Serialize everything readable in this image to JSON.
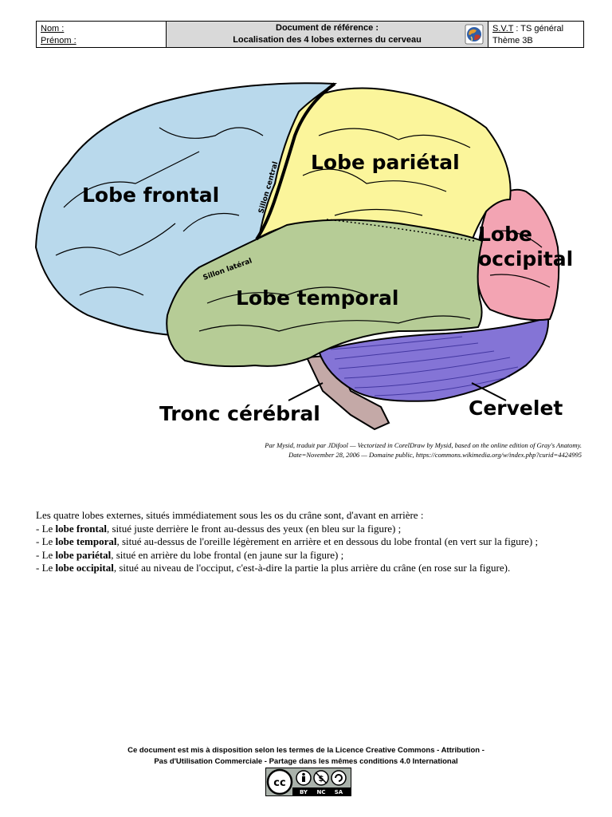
{
  "header": {
    "nom_label": "Nom :",
    "prenom_label": "Prénom :",
    "title_line1": "Document de référence :",
    "title_line2": "Localisation des 4 lobes externes du cerveau",
    "subject_abbr": "S.V.T",
    "subject_rest": " : TS général",
    "theme": "Thème 3B"
  },
  "figure": {
    "labels": {
      "frontal": "Lobe frontal",
      "parietal": "Lobe pariétal",
      "occipital_1": "Lobe",
      "occipital_2": "occipital",
      "temporal": "Lobe temporal",
      "tronc": "Tronc cérébral",
      "cervelet": "Cervelet",
      "sillon_central": "Sillon central",
      "sillon_lateral": "Sillon latéral"
    },
    "credit_line1": "Par Mysid, traduit par JDifool — Vectorized in CorelDraw by Mysid, based on the online edition of Gray's Anatomy.",
    "credit_line2": "Date=November 28, 2006 —   Domaine public, https://commons.wikimedia.org/w/index.php?curid=4424995",
    "colors": {
      "frontal": "#b9d9ec",
      "parietal": "#fbf59b",
      "occipital": "#f3a4b3",
      "temporal": "#b6cc96",
      "cervelet": "#8474d6",
      "tronc": "#c4a9a7"
    }
  },
  "body": {
    "intro": "Les quatre lobes externes, situés immédiatement sous les os du crâne sont, d'avant en arrière :",
    "items": [
      {
        "prefix": "- Le ",
        "term": "lobe frontal",
        "rest": ", situé juste derrière le front au-dessus des yeux (en bleu sur la figure) ;"
      },
      {
        "prefix": "- Le ",
        "term": "lobe temporal",
        "rest": ", situé au-dessus de l'oreille légèrement en arrière et en dessous du lobe frontal (en vert sur la figure) ;"
      },
      {
        "prefix": "- Le ",
        "term": "lobe pariétal",
        "rest": ", situé en arrière du lobe frontal (en jaune sur la figure) ;"
      },
      {
        "prefix": "- Le ",
        "term": "lobe occipital",
        "rest": ", situé au niveau de l'occiput, c'est-à-dire la partie la plus arrière du crâne (en rose sur la figure)."
      }
    ]
  },
  "footer": {
    "line1": "Ce document est mis à disposition selon les termes de la Licence Creative Commons - Attribution -",
    "line2": "Pas d'Utilisation Commerciale - Partage dans les mêmes conditions 4.0 International",
    "badge_cc": "cc",
    "badge_by": "BY",
    "badge_nc": "NC",
    "badge_sa": "SA"
  }
}
